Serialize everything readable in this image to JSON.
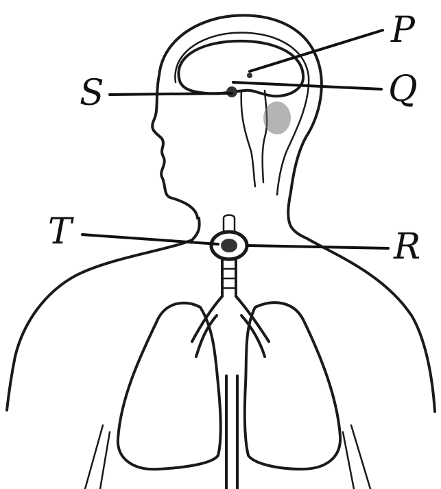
{
  "labels": {
    "p": "P",
    "q": "Q",
    "r": "R",
    "s": "S",
    "t": "T"
  },
  "colors": {
    "ink": "#1a1a1a",
    "background": "#ffffff"
  }
}
